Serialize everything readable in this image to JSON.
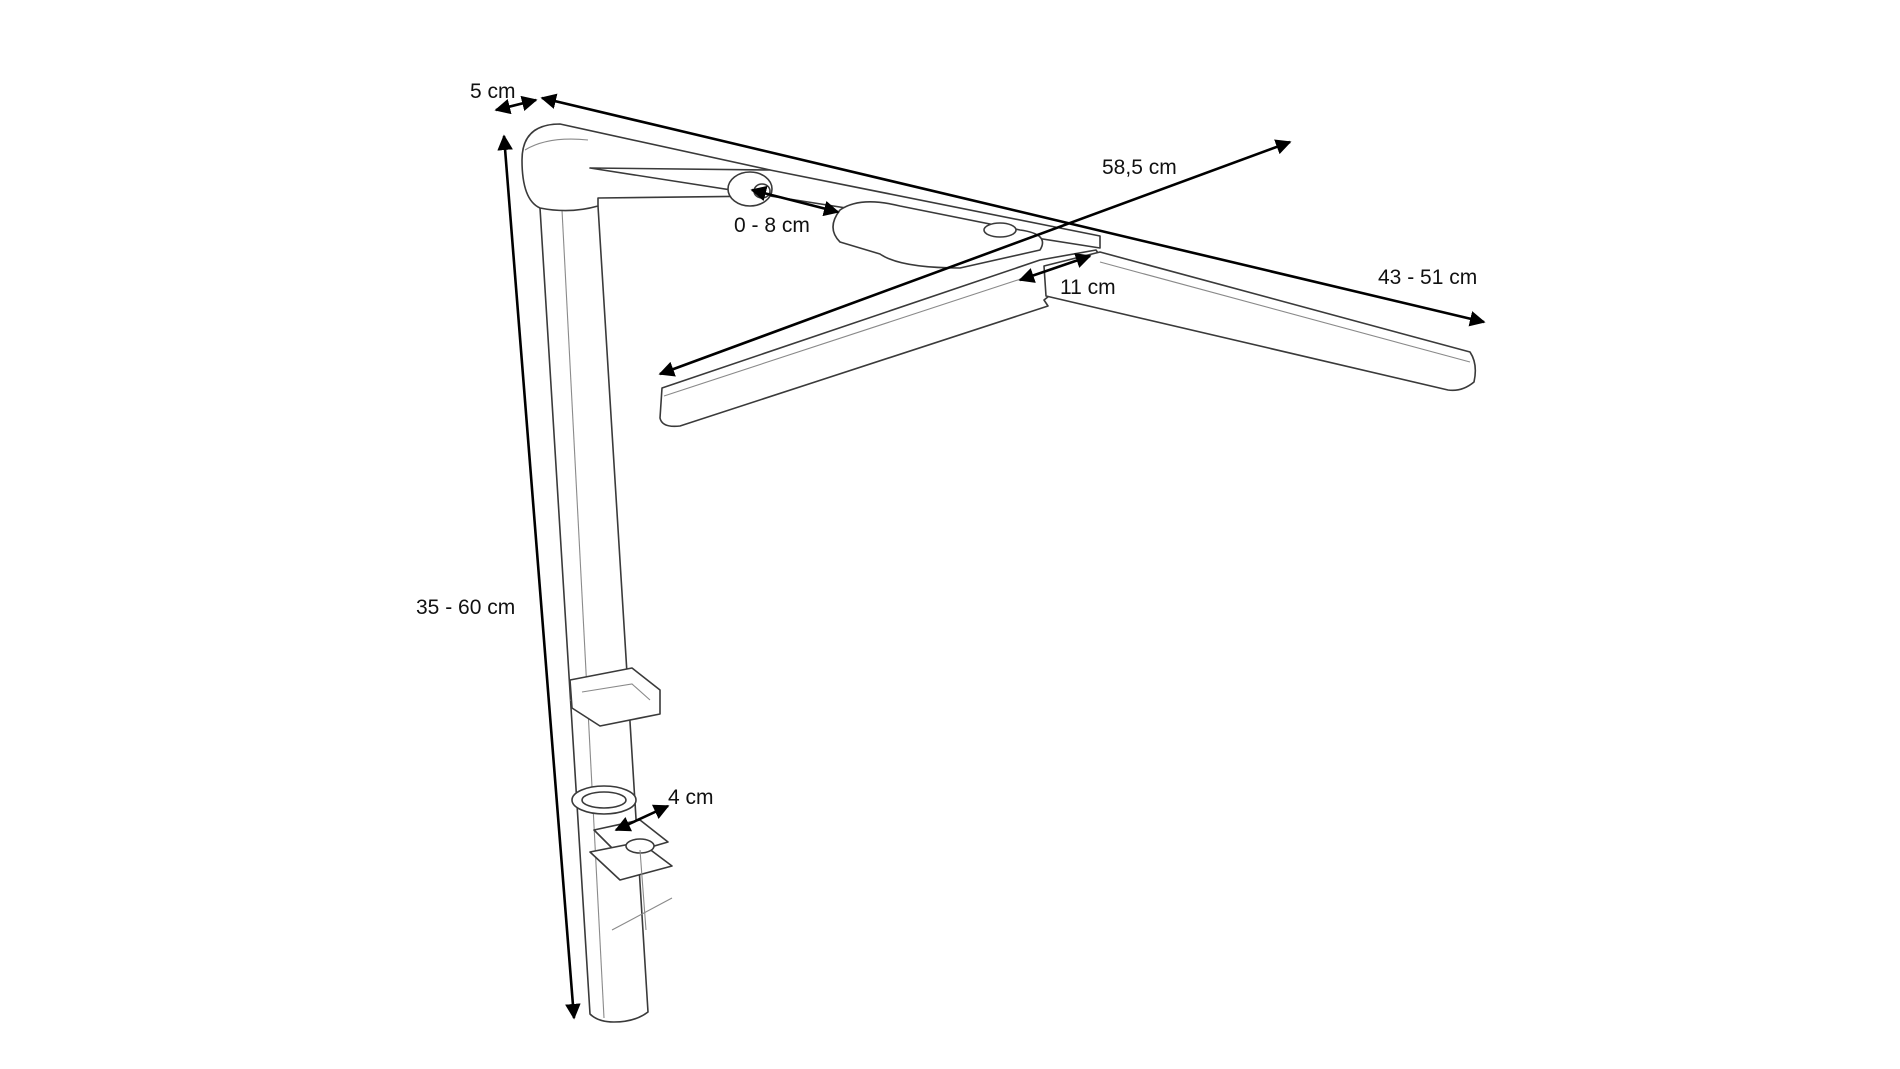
{
  "diagram": {
    "dimensions": {
      "pole_width": "5 cm",
      "arm_length": "43 - 51 cm",
      "head_span": "58,5 cm",
      "arm_slide": "0 - 8 cm",
      "head_width": "11 cm",
      "pole_height": "35 - 60 cm",
      "clamp_width": "4 cm"
    }
  }
}
